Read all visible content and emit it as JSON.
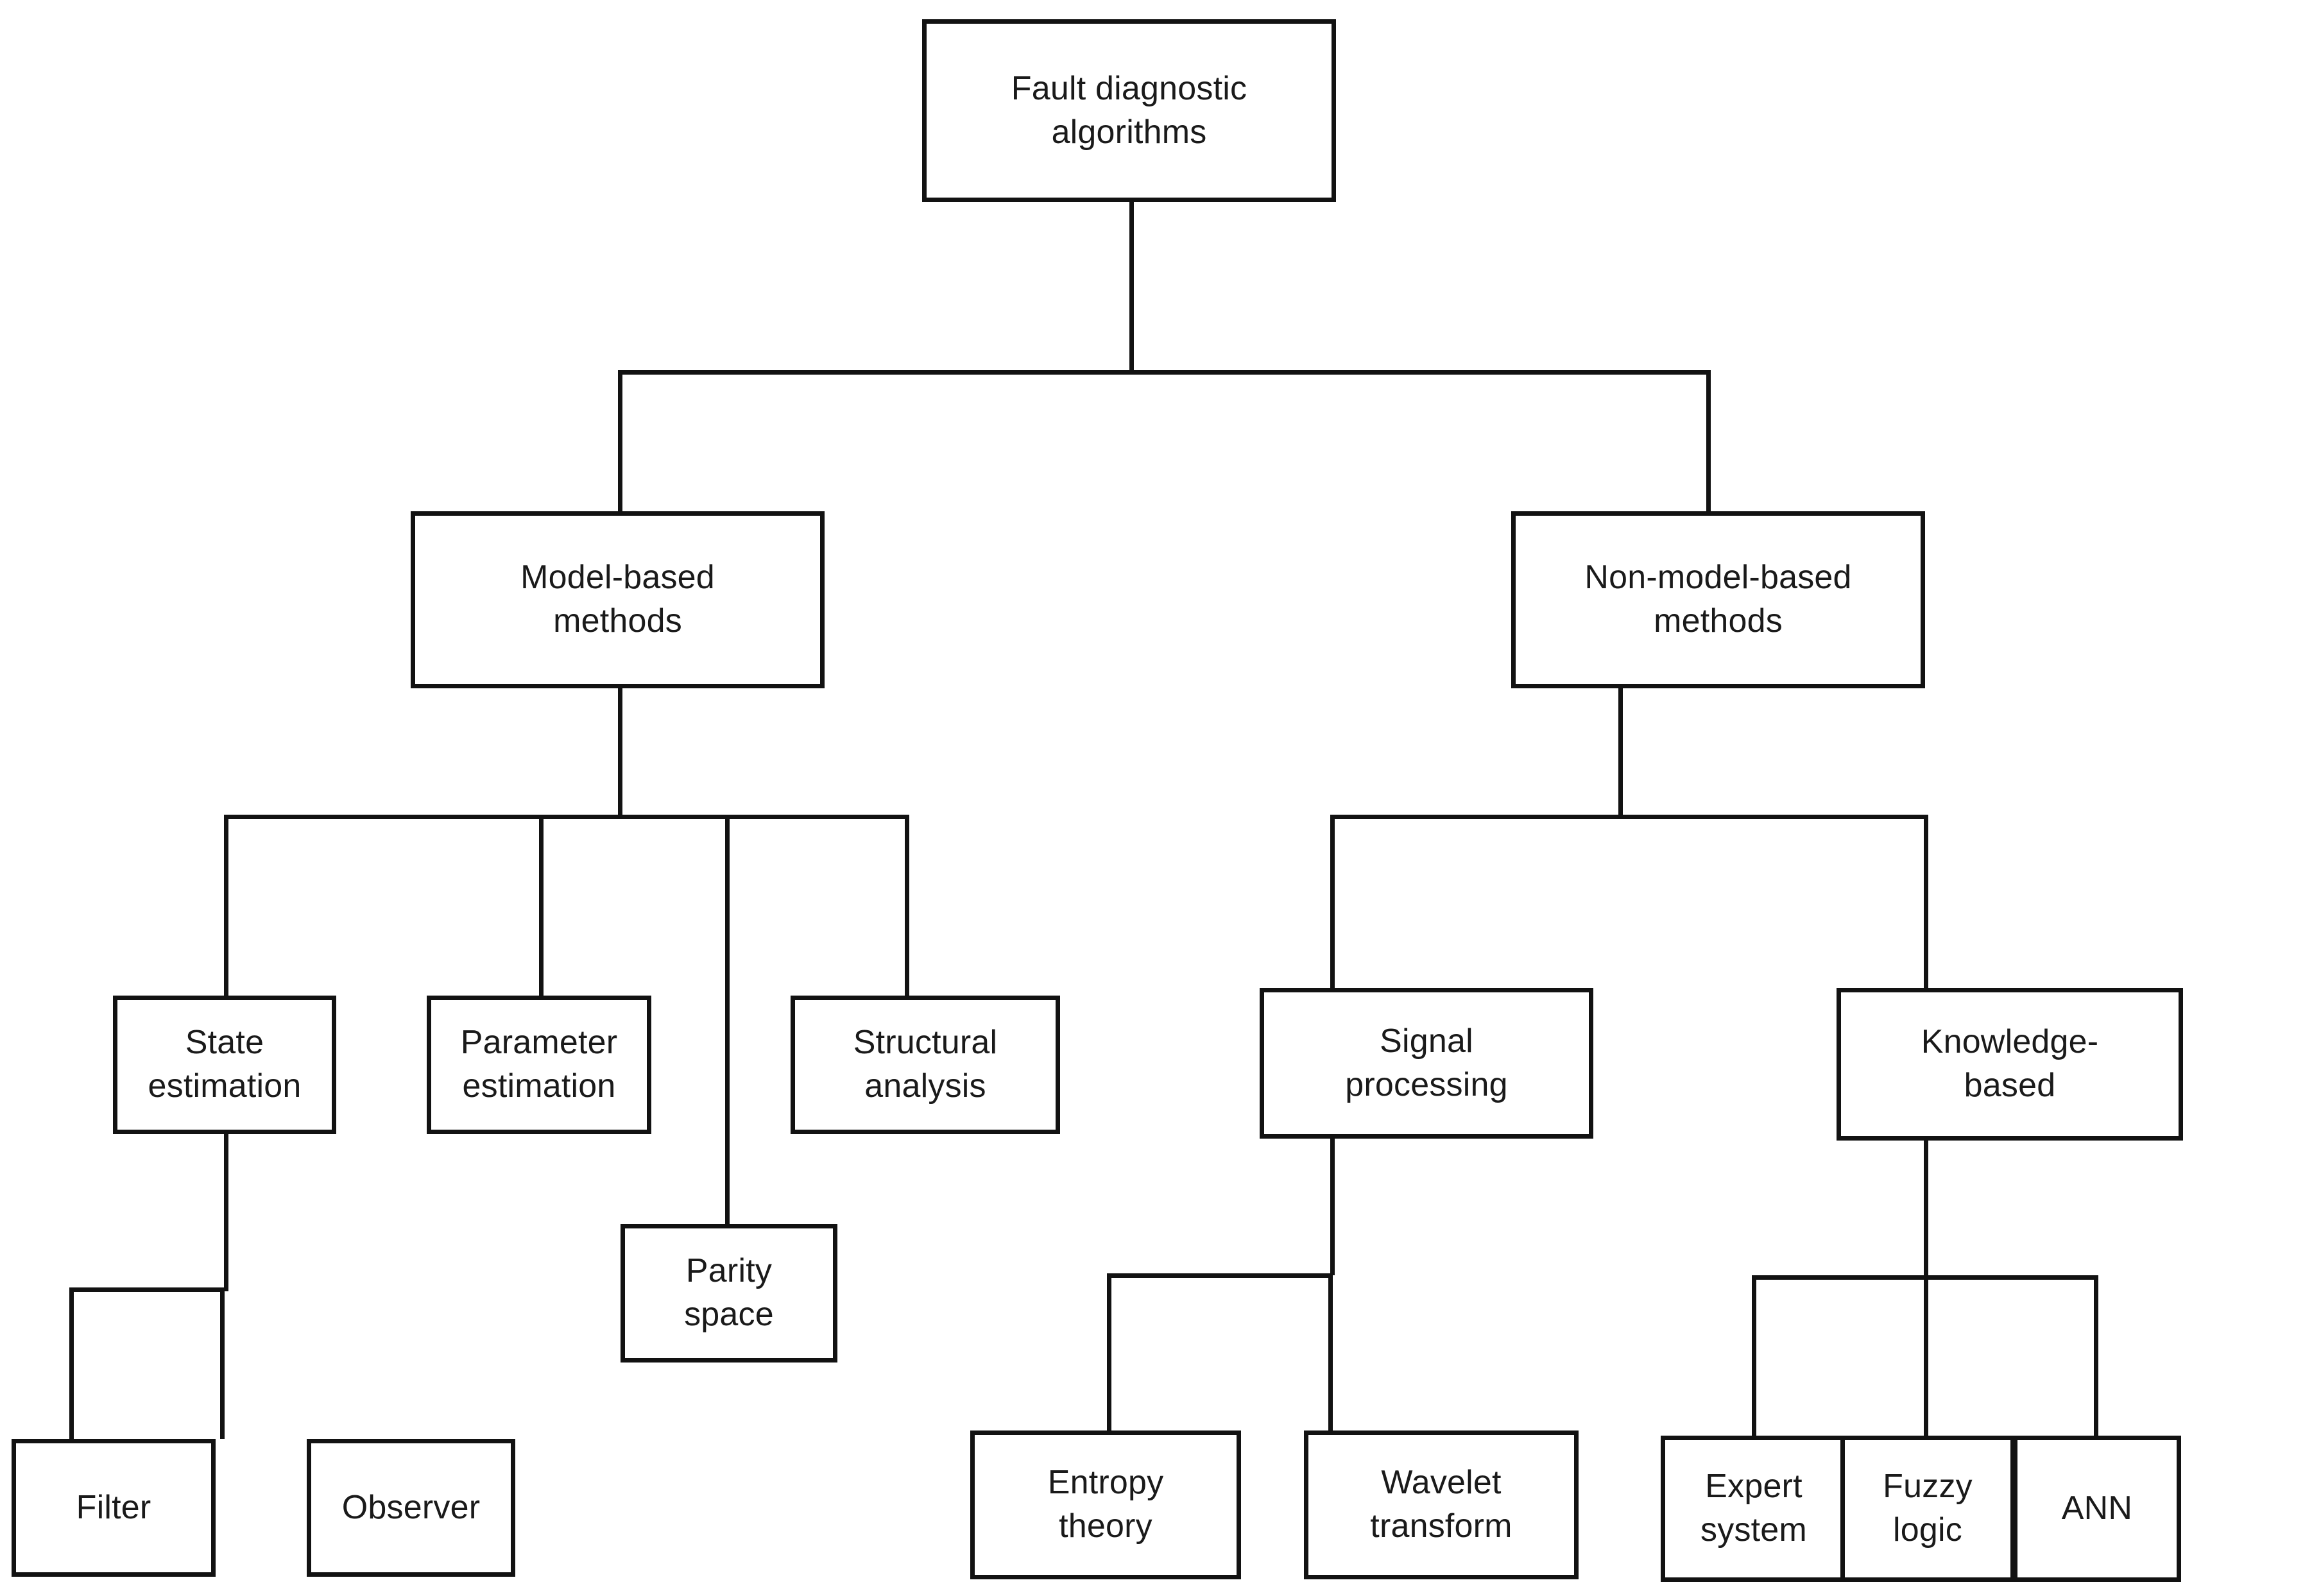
{
  "diagram": {
    "title": "Fault diagnostic algorithms",
    "type": "tree",
    "orientation": "top-down",
    "style": {
      "box_fill": "#ffffff",
      "box_border": "#121212",
      "text_color": "#1a1a1a",
      "edge_color": "#121212",
      "background": "#ffffff"
    },
    "nodes": {
      "root": "Fault diagnostic\nalgorithms",
      "model_based": "Model-based\nmethods",
      "non_model_based": "Non-model-based\nmethods",
      "state_estimation": "State\nestimation",
      "parameter_estimation": "Parameter\nestimation",
      "structural_analysis": "Structural\nanalysis",
      "parity_space": "Parity\nspace",
      "filter": "Filter",
      "observer": "Observer",
      "signal_processing": "Signal\nprocessing",
      "knowledge_based": "Knowledge-\nbased",
      "entropy_theory": "Entropy\ntheory",
      "wavelet_transform": "Wavelet\ntransform",
      "expert_system": "Expert\nsystem",
      "fuzzy_logic": "Fuzzy\nlogic",
      "ann": "ANN"
    },
    "edges": [
      {
        "from": "root",
        "to": "model_based"
      },
      {
        "from": "root",
        "to": "non_model_based"
      },
      {
        "from": "model_based",
        "to": "state_estimation"
      },
      {
        "from": "model_based",
        "to": "parameter_estimation"
      },
      {
        "from": "model_based",
        "to": "parity_space"
      },
      {
        "from": "model_based",
        "to": "structural_analysis"
      },
      {
        "from": "state_estimation",
        "to": "filter"
      },
      {
        "from": "state_estimation",
        "to": "observer"
      },
      {
        "from": "non_model_based",
        "to": "signal_processing"
      },
      {
        "from": "non_model_based",
        "to": "knowledge_based"
      },
      {
        "from": "signal_processing",
        "to": "entropy_theory"
      },
      {
        "from": "signal_processing",
        "to": "wavelet_transform"
      },
      {
        "from": "knowledge_based",
        "to": "expert_system"
      },
      {
        "from": "knowledge_based",
        "to": "fuzzy_logic"
      },
      {
        "from": "knowledge_based",
        "to": "ann"
      }
    ]
  }
}
